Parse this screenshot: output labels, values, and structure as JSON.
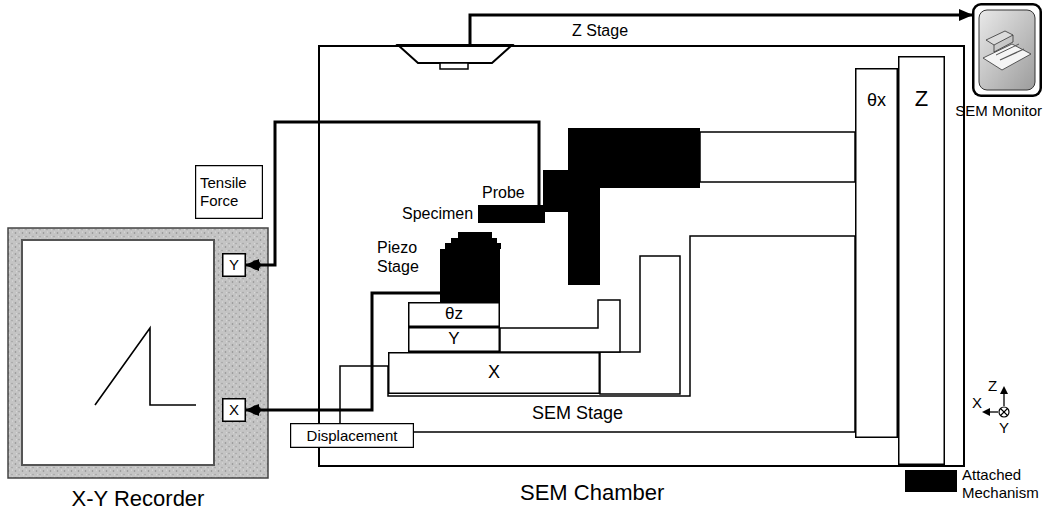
{
  "diagram": {
    "nodes": [
      {
        "text": [
          "SEM Chamber"
        ]
      },
      {
        "text": [
          "θz"
        ],
        "in": 0
      },
      {
        "text": [
          "Y"
        ],
        "in": 0
      },
      {
        "text": [
          "X"
        ],
        "in": 0
      },
      {
        "text": [
          "θx"
        ],
        "in": 0
      },
      {
        "text": [
          "Z"
        ],
        "in": 0
      },
      {
        "text": [
          "Probe"
        ],
        "in": 0
      },
      {
        "text": [
          "Piezo Stage"
        ],
        "in": 0
      },
      {
        "text": [
          "X-Y Recorder"
        ]
      },
      {
        "text": [
          "Y"
        ],
        "in": 8
      },
      {
        "text": [
          "X"
        ],
        "in": 8
      },
      {
        "text": [
          "Tensile Force"
        ]
      },
      {
        "text": [
          "Displacement"
        ]
      },
      {
        "text": [
          "SEM Monitor"
        ]
      }
    ],
    "edges": [
      {
        "from": 6,
        "to": 9,
        "arrow": "to"
      },
      {
        "from": 7,
        "to": 10,
        "arrow": "to"
      },
      {
        "from": 0,
        "to": 13,
        "arrow": "to"
      }
    ],
    "labels": [
      "Z Stage",
      "Specimen",
      "SEM Stage",
      "Z",
      "X",
      "Y"
    ],
    "legend": [
      {
        "text": "Attached Mechanism",
        "color": "#000000"
      }
    ]
  }
}
